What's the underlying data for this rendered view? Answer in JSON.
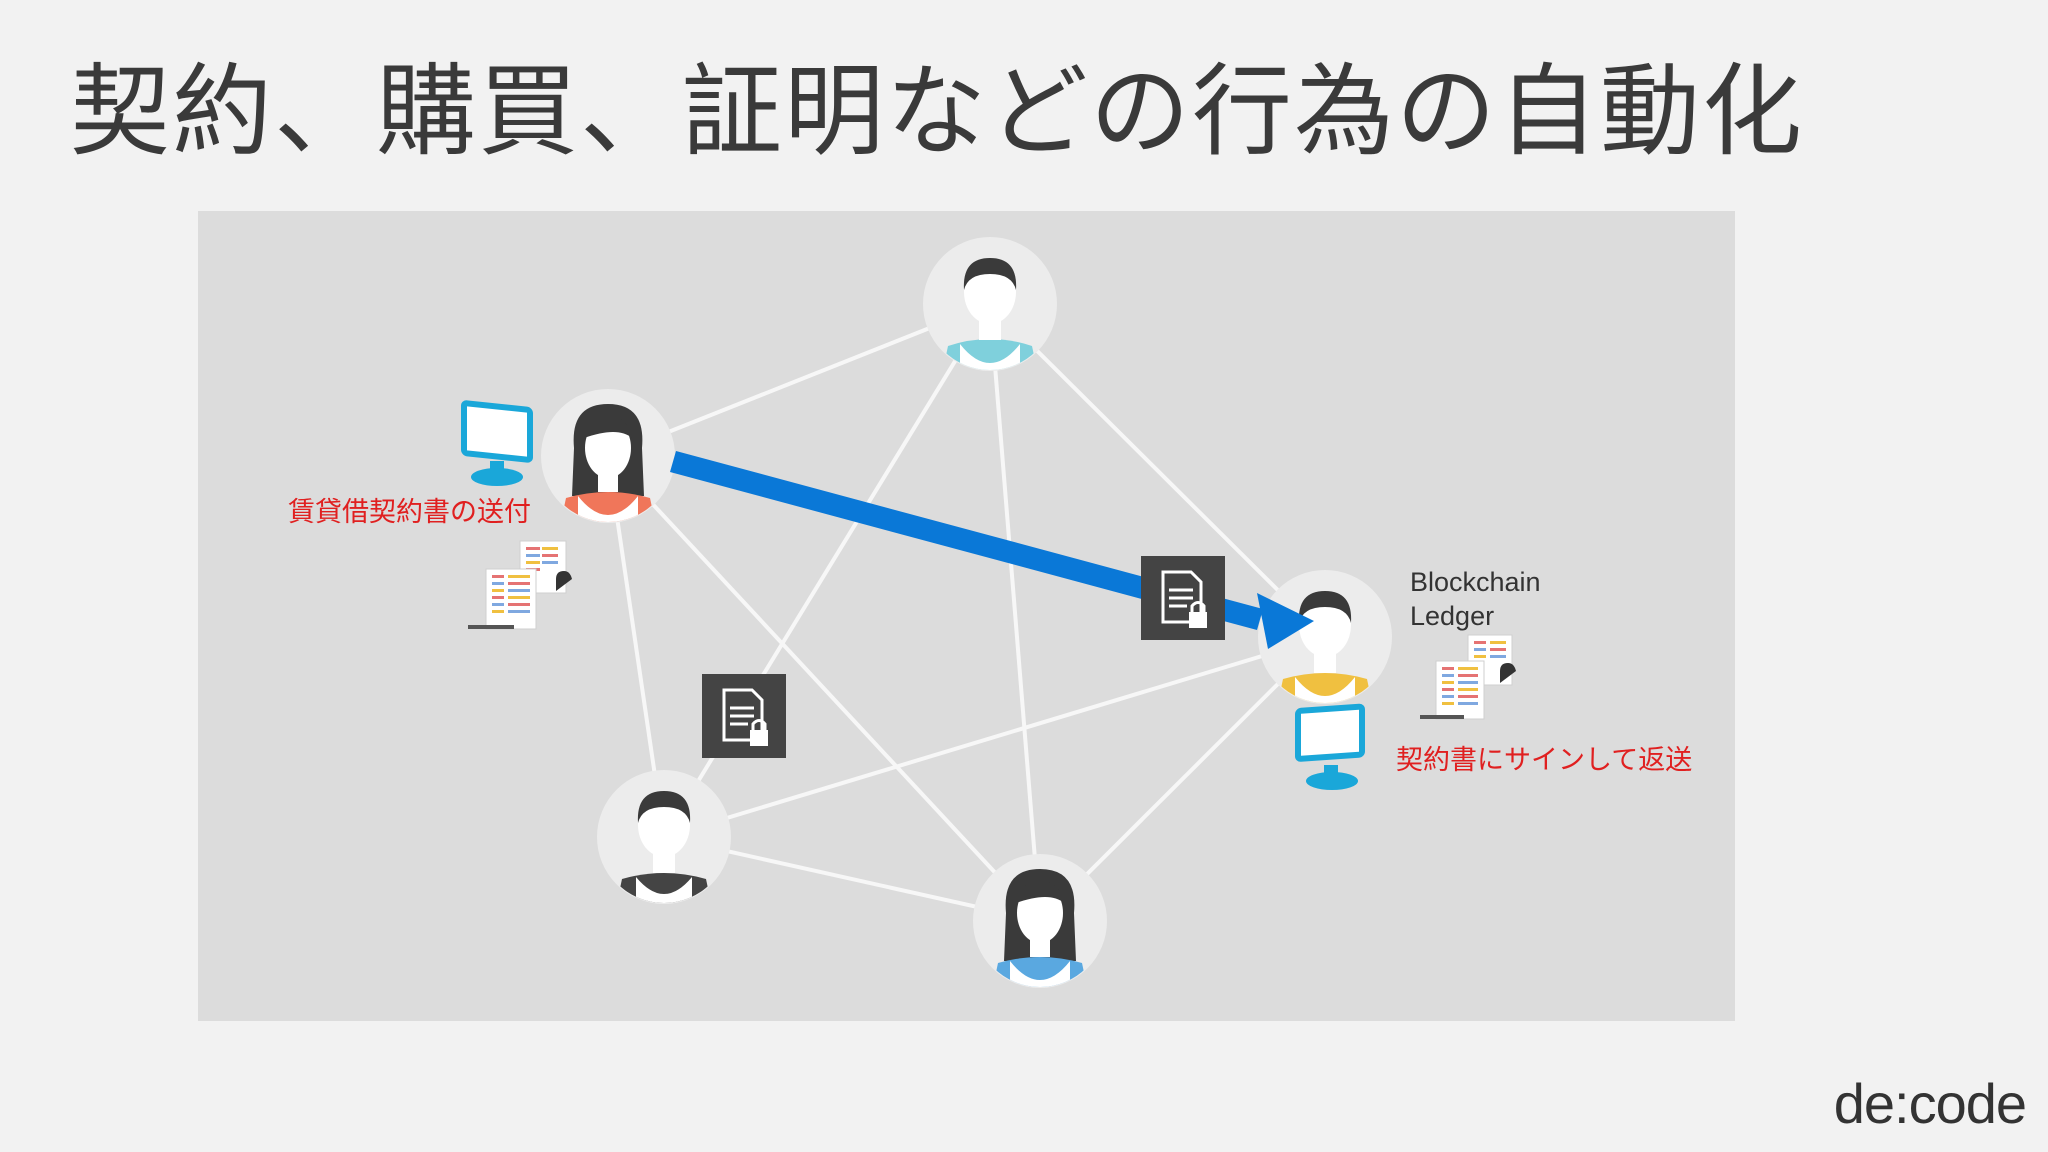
{
  "slide": {
    "title": "契約、購買、証明などの行為の自動化",
    "brand": "de:code"
  },
  "diagram": {
    "label_send": "賃貸借契約書の送付",
    "label_ledger_line1": "Blockchain",
    "label_ledger_line2": "Ledger",
    "label_sign_return": "契約書にサインして返送",
    "nodes": [
      {
        "id": "top",
        "icon": "person-icon",
        "accent": "#7fd0dc"
      },
      {
        "id": "left",
        "icon": "person-long-hair-icon",
        "accent": "#f0765a"
      },
      {
        "id": "right",
        "icon": "person-icon",
        "accent": "#f0c040"
      },
      {
        "id": "bottom-left",
        "icon": "person-icon",
        "accent": "#444444"
      },
      {
        "id": "bottom",
        "icon": "person-long-hair-icon",
        "accent": "#5aa8e0"
      }
    ],
    "colors": {
      "arrow": "#0a78d7",
      "monitor": "#1aa7d9",
      "lock_tile": "#444444",
      "edge": "#f7f7f7",
      "label_red": "#e02020"
    }
  }
}
